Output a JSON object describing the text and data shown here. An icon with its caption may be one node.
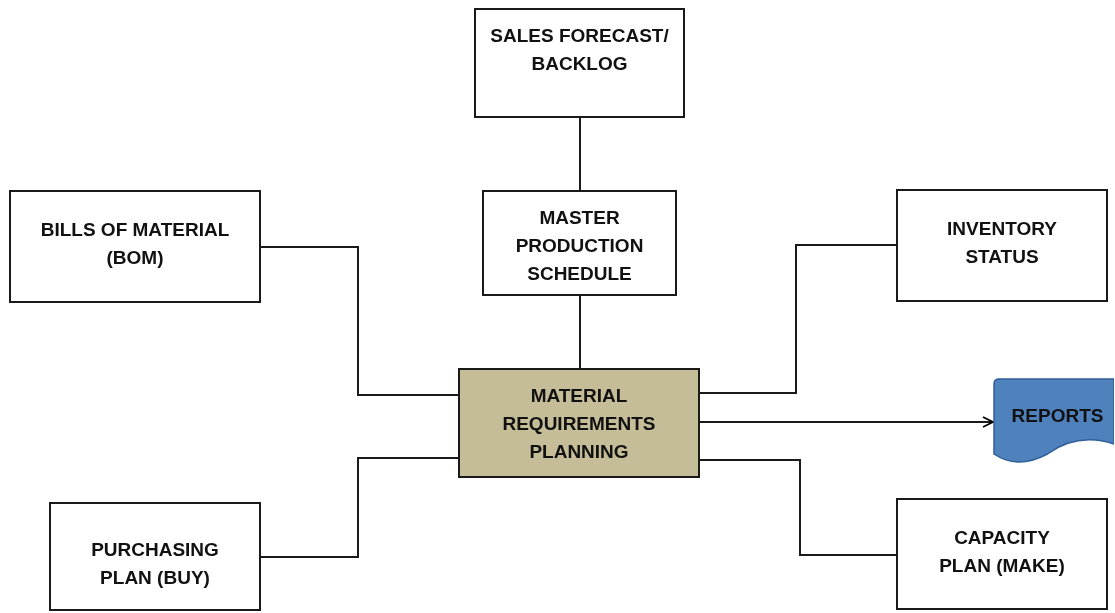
{
  "diagram": {
    "nodes": [
      {
        "text": [
          "SALES FORECAST/ BACKLOG"
        ]
      },
      {
        "text": [
          "BILLS OF MATERIAL (BOM)"
        ]
      },
      {
        "text": [
          "MASTER PRODUCTION SCHEDULE"
        ]
      },
      {
        "text": [
          "INVENTORY STATUS"
        ]
      },
      {
        "text": [
          "MATERIAL REQUIREMENTS PLANNING"
        ]
      },
      {
        "text": [
          "REPORTS"
        ]
      },
      {
        "text": [
          "PURCHASING PLAN (BUY)"
        ]
      },
      {
        "text": [
          "CAPACITY PLAN (MAKE)"
        ]
      }
    ],
    "edges": [
      {
        "from": 0,
        "to": 2,
        "arrow": "none"
      },
      {
        "from": 1,
        "to": 4,
        "arrow": "none"
      },
      {
        "from": 2,
        "to": 4,
        "arrow": "none"
      },
      {
        "from": 3,
        "to": 4,
        "arrow": "none"
      },
      {
        "from": 4,
        "to": 5,
        "arrow": "to"
      },
      {
        "from": 6,
        "to": 4,
        "arrow": "none"
      },
      {
        "from": 4,
        "to": 7,
        "arrow": "none"
      }
    ]
  }
}
